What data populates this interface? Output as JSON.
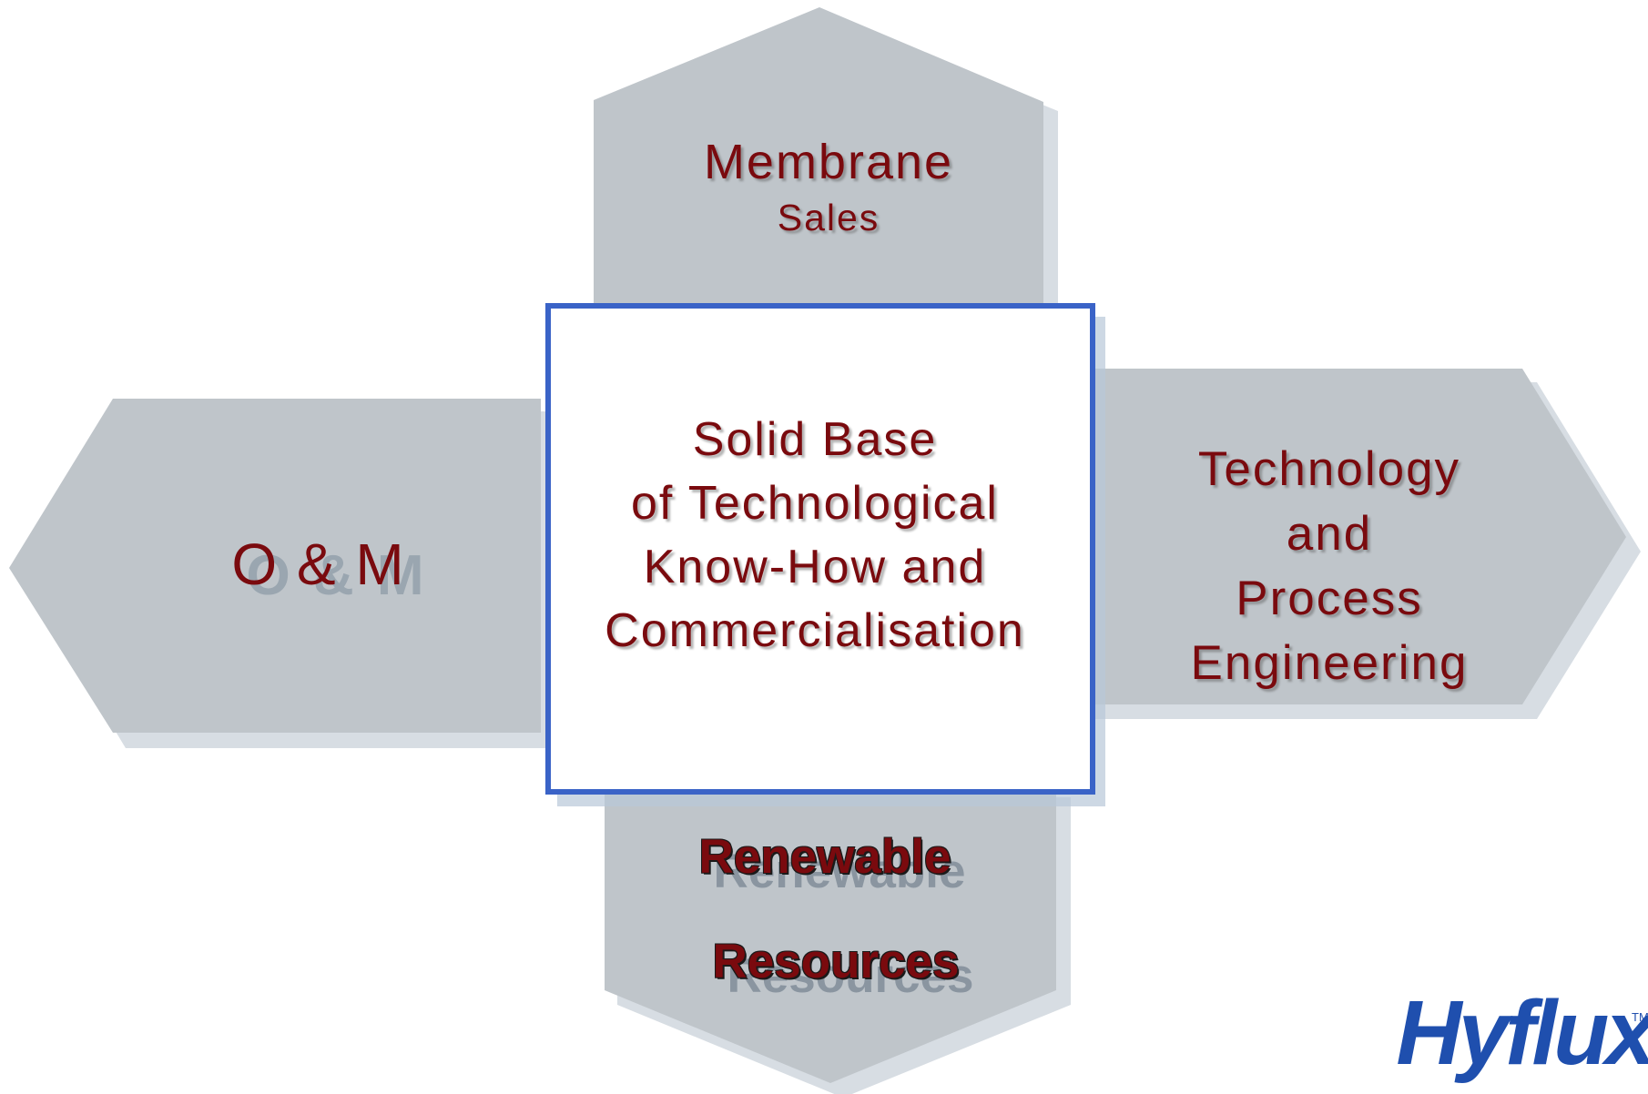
{
  "diagram": {
    "top": {
      "title": "Membrane",
      "subtitle": "Sales"
    },
    "left": {
      "label": "O & M"
    },
    "center": {
      "lines": [
        "Solid Base",
        "of Technological",
        "Know-How and",
        "Commercialisation"
      ]
    },
    "right": {
      "lines": [
        "Technology",
        "and",
        "Process",
        "Engineering"
      ]
    },
    "bottom": {
      "line1": "Renewable",
      "line2": "Resources"
    }
  },
  "logo": {
    "text": "Hyflux",
    "trademark": "TM"
  },
  "colors": {
    "shape_fill": "#bfc5ca",
    "shape_shadow": "#d7dde3",
    "text": "#7a0a0e",
    "center_border": "#3a63c7",
    "logo": "#1f4fae"
  }
}
